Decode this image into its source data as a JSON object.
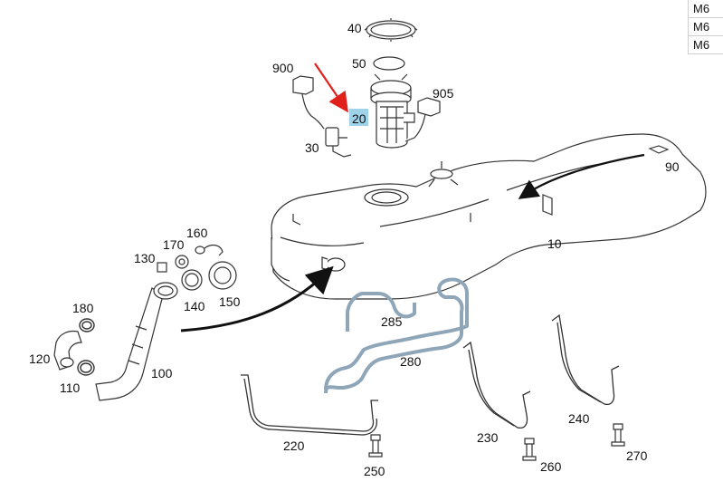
{
  "table": {
    "rows": [
      "M6",
      "M6",
      "M6"
    ]
  },
  "diagram": {
    "highlighted_part": "20",
    "parts": [
      "40",
      "50",
      "900",
      "905",
      "20",
      "30",
      "90",
      "10",
      "160",
      "170",
      "130",
      "150",
      "140",
      "285",
      "180",
      "120",
      "100",
      "110",
      "280",
      "240",
      "230",
      "270",
      "220",
      "260",
      "250"
    ]
  }
}
